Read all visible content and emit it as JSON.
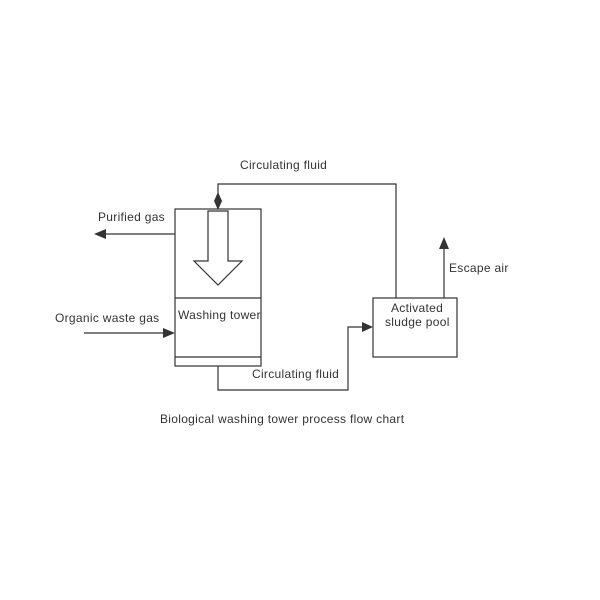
{
  "diagram": {
    "caption": "Biological washing tower process flow chart",
    "nodes": {
      "washing_tower": "Washing tower",
      "sludge_pool_line1": "Activated",
      "sludge_pool_line2": "sludge pool"
    },
    "labels": {
      "circulating_fluid_top": "Circulating fluid",
      "circulating_fluid_bottom": "Circulating fluid",
      "purified_gas": "Purified gas",
      "organic_waste_gas": "Organic waste gas",
      "escape_air": "Escape air"
    },
    "colors": {
      "stroke": "#333333",
      "text": "#333333",
      "background": "#ffffff"
    }
  }
}
